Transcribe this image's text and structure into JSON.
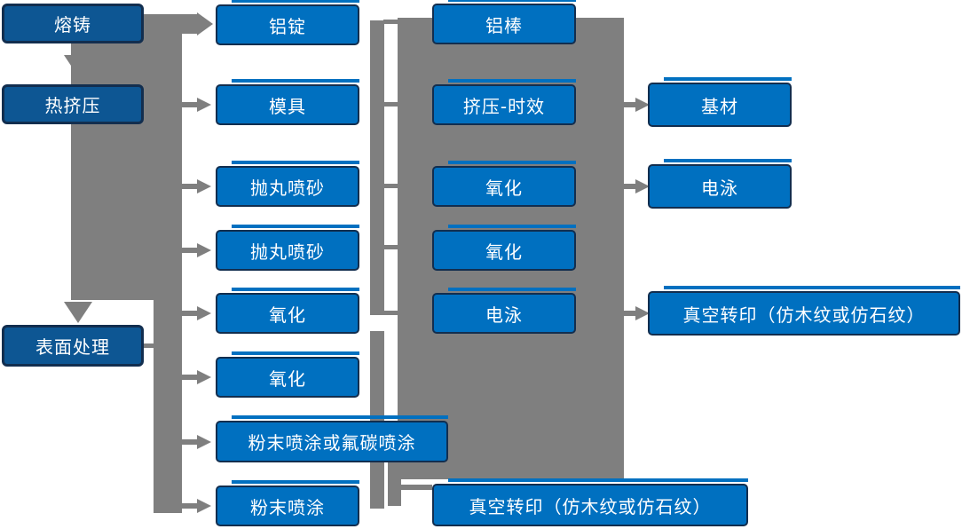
{
  "flow": {
    "stages": [
      "熔铸",
      "热挤压",
      "表面处理"
    ],
    "process1": [
      "铝锭",
      "模具",
      "抛丸喷砂",
      "抛丸喷砂",
      "氧化",
      "氧化",
      "粉末喷涂或氟碳喷涂",
      "粉末喷涂"
    ],
    "process2": [
      "铝棒",
      "挤压-时效",
      "氧化",
      "氧化",
      "电泳",
      "真空转印（仿木纹或仿石纹）"
    ],
    "outputs": [
      "基材",
      "电泳",
      "真空转印（仿木纹或仿石纹）"
    ]
  },
  "colors": {
    "node_fill": "#0070c0",
    "stage_fill": "#0d5693",
    "border": "#122e4f",
    "connector": "#7f7f7f",
    "text": "#ffffff",
    "background": "#ffffff"
  }
}
